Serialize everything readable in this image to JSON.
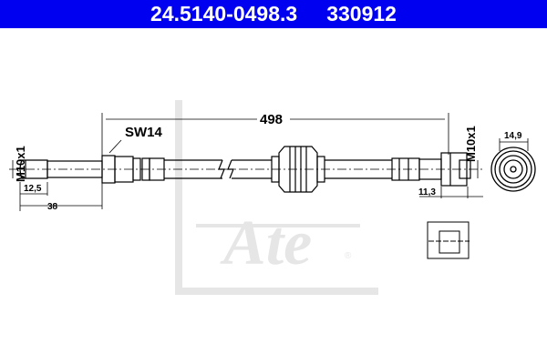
{
  "header": {
    "part_number": "24.5140-0498.3",
    "ref_number": "330912",
    "background_color": "#0000f0"
  },
  "drawing": {
    "total_length": "498",
    "wrench_size": "SW14",
    "left_thread": "M10x1",
    "right_thread": "M10x1",
    "left_fitting_length": "12,5",
    "left_end_length": "38",
    "right_fitting_length": "11,3",
    "end_diameter": "14,9"
  },
  "watermark": {
    "brand": "Ate",
    "registered": "®"
  }
}
